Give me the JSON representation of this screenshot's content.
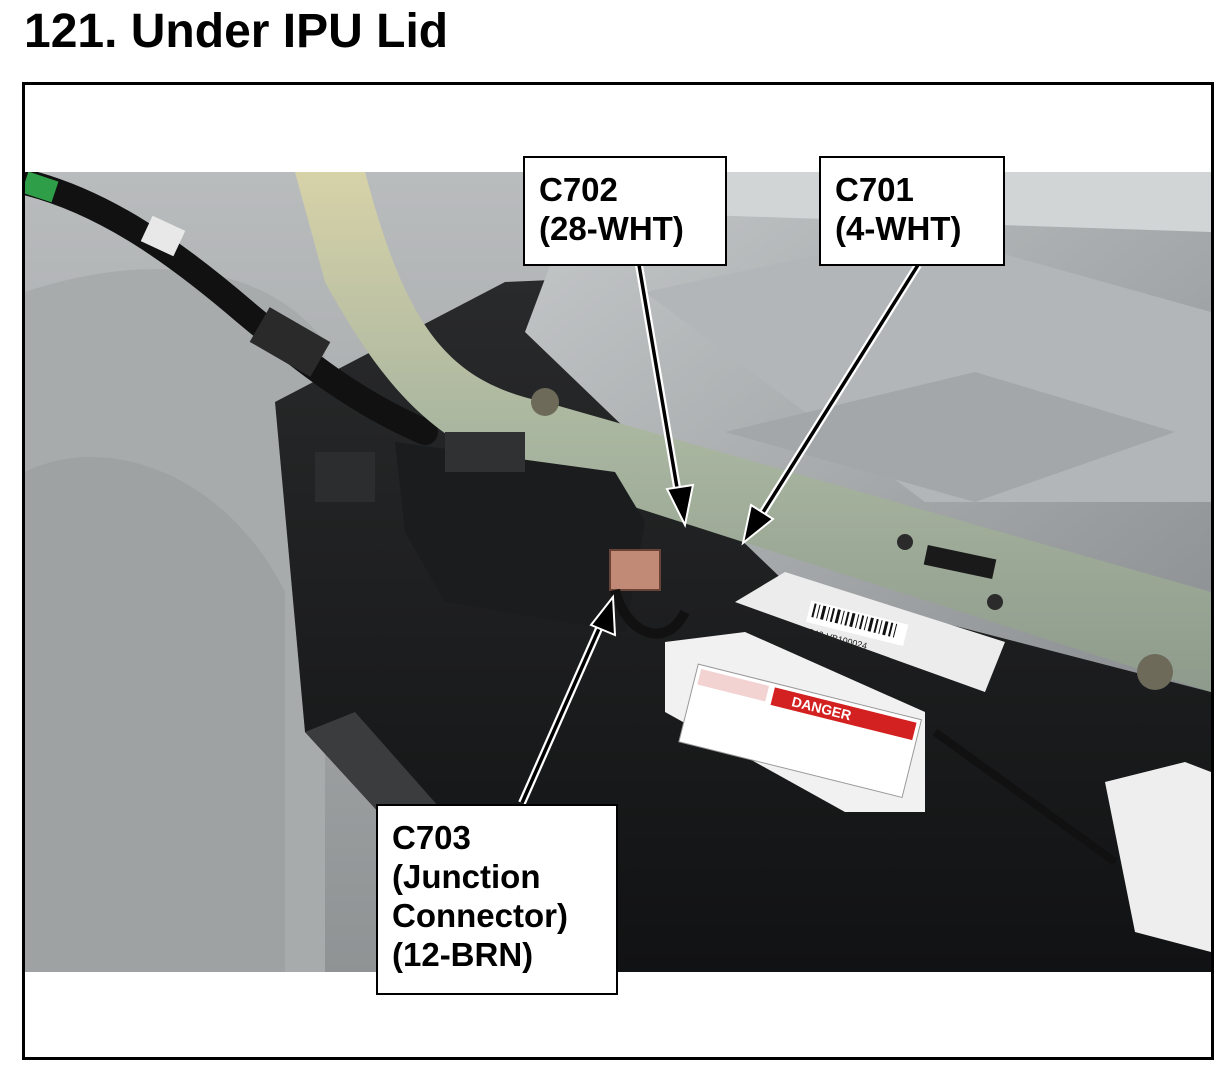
{
  "page": {
    "title": "121.  Under IPU Lid"
  },
  "callouts": {
    "c702": {
      "line1": "C702",
      "line2": "(28-WHT)"
    },
    "c701": {
      "line1": "C701",
      "line2": "(4-WHT)"
    },
    "c703": {
      "line1": "C703",
      "line2": "(Junction",
      "line3": "Connector)",
      "line4": "(12-BRN)"
    }
  },
  "photo": {
    "label": "DANGER",
    "barcode_text": "S42-VB100024"
  }
}
